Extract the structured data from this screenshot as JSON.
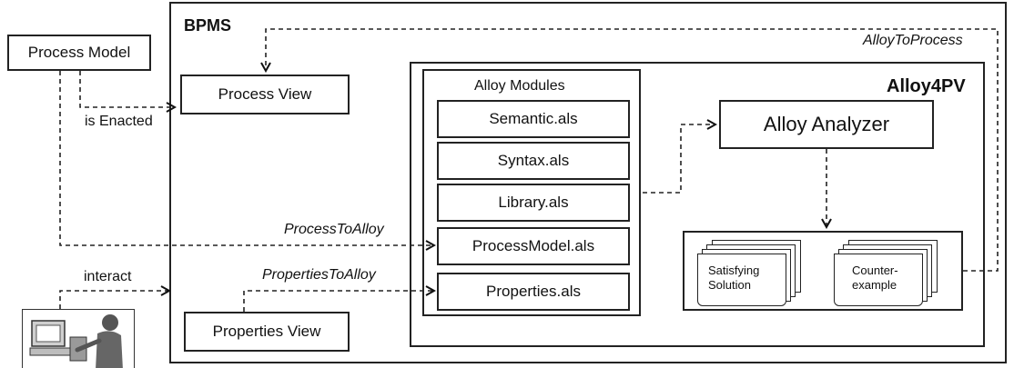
{
  "process_model": "Process Model",
  "bpms": "BPMS",
  "process_view": "Process View",
  "properties_view": "Properties View",
  "alloy4pv": "Alloy4PV",
  "alloy_modules": "Alloy Modules",
  "modules": [
    "Semantic.als",
    "Syntax.als",
    "Library.als",
    "ProcessModel.als",
    "Properties.als"
  ],
  "alloy_analyzer": "Alloy Analyzer",
  "results": {
    "satisfying": [
      "Satisfying",
      "Solution"
    ],
    "counter": [
      "Counter-",
      "example"
    ]
  },
  "edges": {
    "is_enacted": "is Enacted",
    "interact": "interact",
    "process_to_alloy": "ProcessToAlloy",
    "properties_to_alloy": "PropertiesToAlloy",
    "alloy_to_process": "AlloyToProcess"
  }
}
